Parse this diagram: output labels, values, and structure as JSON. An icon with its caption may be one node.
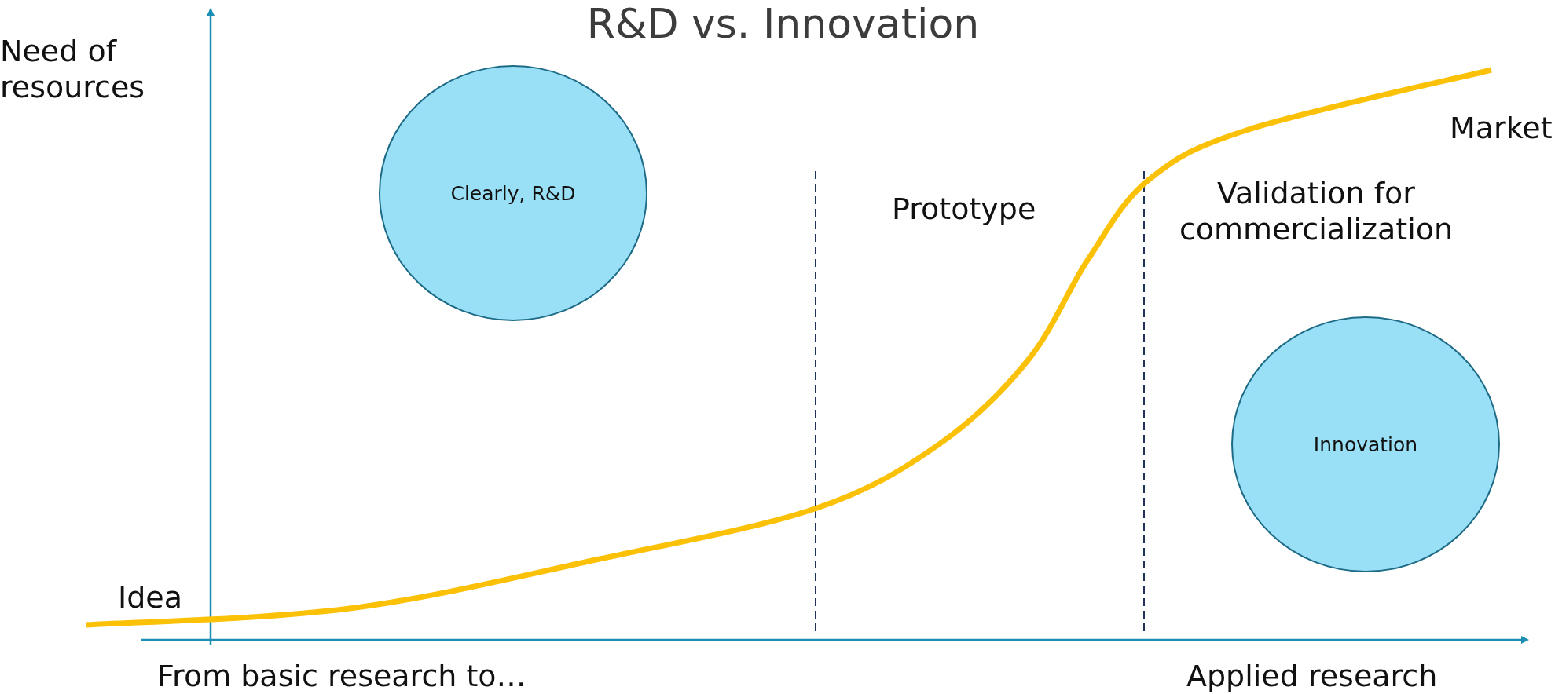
{
  "diagram": {
    "title": "R&D vs. Innovation",
    "nodes": [
      {
        "text": [
          "Clearly, R&D"
        ]
      },
      {
        "text": [
          "Innovation"
        ]
      }
    ],
    "labels": [
      "Need of resources",
      "Market",
      "Prototype",
      "Validation for commercialization",
      "Idea",
      "From basic research to…",
      "Applied research"
    ]
  }
}
